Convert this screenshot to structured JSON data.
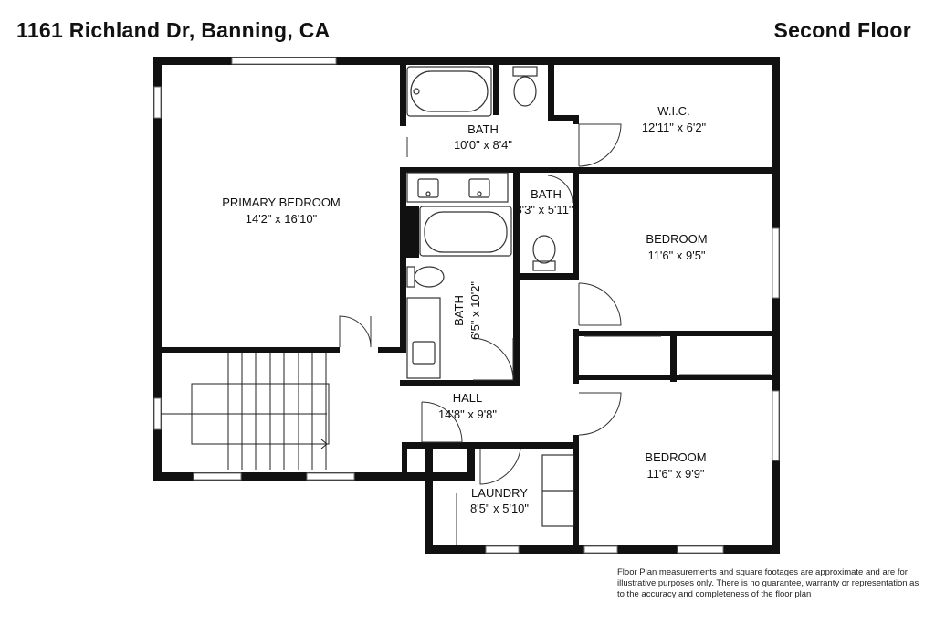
{
  "header": {
    "address": "1161 Richland Dr, Banning, CA",
    "floor_title": "Second Floor"
  },
  "rooms": {
    "primary_bedroom": {
      "name": "PRIMARY BEDROOM",
      "dims": "14'2\" x 16'10\""
    },
    "bath_main": {
      "name": "BATH",
      "dims": "10'0\" x 8'4\""
    },
    "wic": {
      "name": "W.I.C.",
      "dims": "12'11\" x 6'2\""
    },
    "bath_small": {
      "name": "BATH",
      "dims": "8'3\" x 5'11\""
    },
    "bedroom_1": {
      "name": "BEDROOM",
      "dims": "11'6\" x 9'5\""
    },
    "bath_hall": {
      "name": "BATH",
      "dims": "6'5\" x 10'2\""
    },
    "hall": {
      "name": "HALL",
      "dims": "14'8\" x 9'8\""
    },
    "bedroom_2": {
      "name": "BEDROOM",
      "dims": "11'6\" x 9'9\""
    },
    "laundry": {
      "name": "LAUNDRY",
      "dims": "8'5\" x 5'10\""
    }
  },
  "disclaimer": "Floor Plan measurements and square footages are approximate and are for illustrative purposes only. There is no guarantee, warranty or representation as to the accuracy and completeness of the floor plan",
  "colors": {
    "wall": "#111111",
    "fixture": "#333333",
    "background": "#ffffff"
  }
}
